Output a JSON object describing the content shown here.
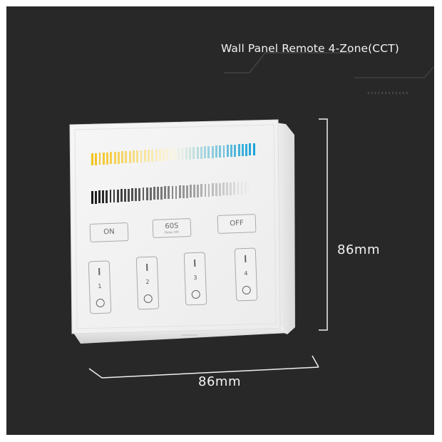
{
  "title": "Wall Panel Remote 4-Zone(CCT)",
  "dimensions": {
    "height_label": "86mm",
    "width_label": "86mm"
  },
  "decoration": {
    "chevrons": "‹‹‹‹‹‹‹‹‹‹‹‹"
  },
  "panel": {
    "cct_bar": {
      "from_color": "#f2c21a",
      "mid_color": "#fbf6e4",
      "to_color": "#1ba3d8",
      "segments": 44
    },
    "brightness_bar": {
      "from_color": "#1a1a1a",
      "to_color": "#eeeeee",
      "segments": 44
    },
    "buttons": {
      "on": {
        "label": "ON"
      },
      "delay": {
        "label": "60S",
        "sublabel": "Delay OFF"
      },
      "off": {
        "label": "OFF"
      }
    },
    "zones": [
      {
        "number": "1",
        "on_symbol": "I",
        "off_symbol": "O"
      },
      {
        "number": "2",
        "on_symbol": "I",
        "off_symbol": "O"
      },
      {
        "number": "3",
        "on_symbol": "I",
        "off_symbol": "O"
      },
      {
        "number": "4",
        "on_symbol": "I",
        "off_symbol": "O"
      }
    ]
  },
  "colors": {
    "background": "#282828",
    "text": "#f2f2f2",
    "panel": "#f4f4f4"
  }
}
